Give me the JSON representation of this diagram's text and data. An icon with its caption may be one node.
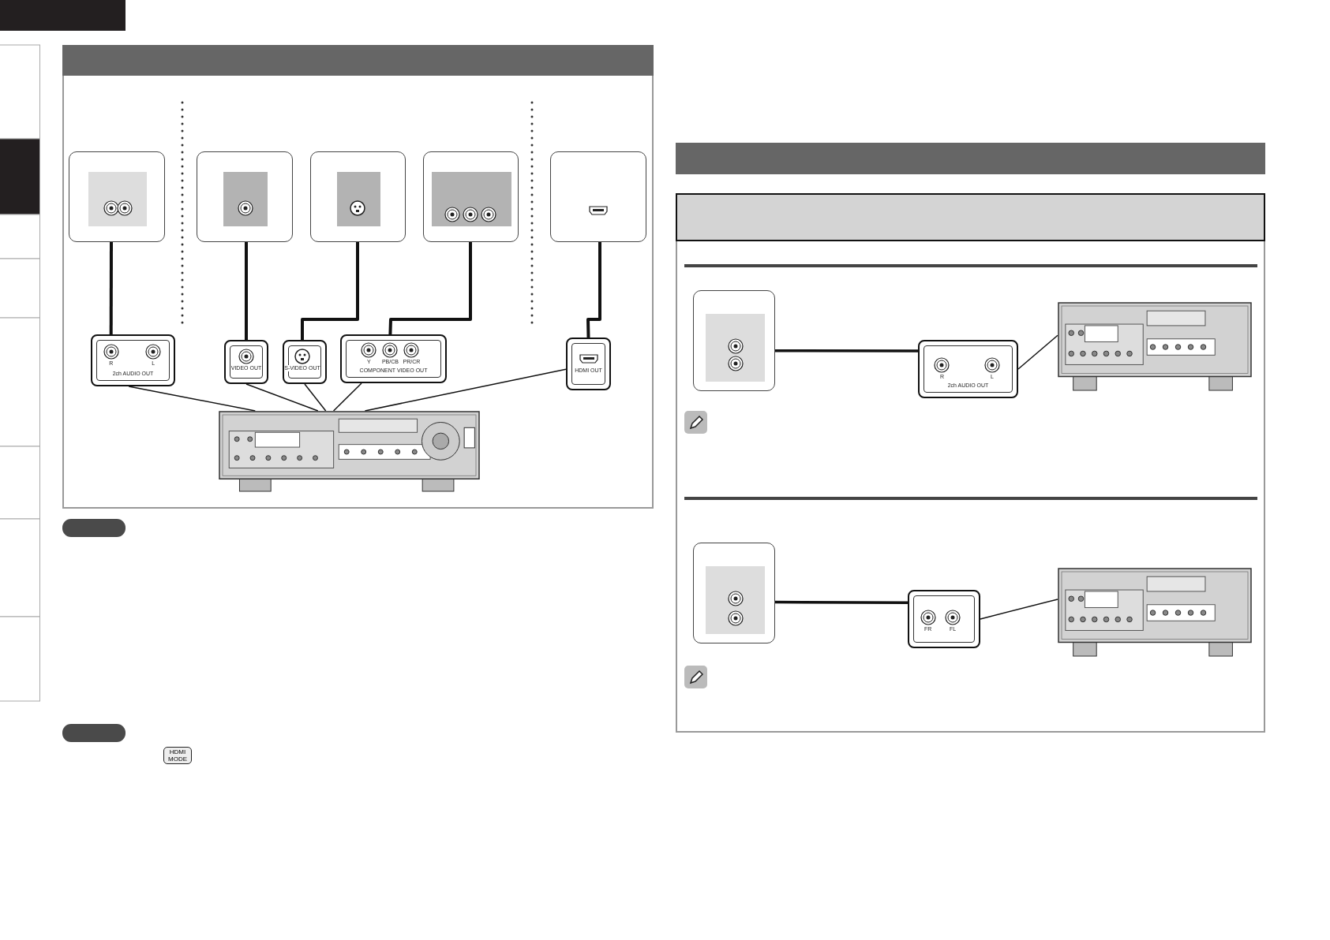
{
  "diagram": {
    "nodes": [
      {
        "text": [],
        "shape": "box"
      },
      {
        "text": [],
        "shape": "box"
      },
      {
        "text": [],
        "shape": "box"
      },
      {
        "text": [],
        "shape": "box"
      },
      {
        "text": [],
        "shape": "box"
      },
      {
        "text": [
          "R",
          "L",
          "2ch AUDIO OUT"
        ]
      },
      {
        "text": [
          "VIDEO OUT"
        ]
      },
      {
        "text": [
          "S-VIDEO OUT"
        ]
      },
      {
        "text": [
          "Y",
          "PB/CB",
          "PR/CR",
          "COMPONENT VIDEO OUT"
        ]
      },
      {
        "text": [
          "HDMI OUT"
        ]
      },
      {
        "text": [],
        "shape": "picture"
      },
      {
        "text": [],
        "shape": "box"
      },
      {
        "text": [
          "R",
          "L",
          "2ch AUDIO OUT"
        ]
      },
      {
        "text": [],
        "shape": "picture"
      },
      {
        "text": [],
        "shape": "box"
      },
      {
        "text": [
          "FR",
          "FL"
        ]
      },
      {
        "text": [],
        "shape": "picture"
      }
    ],
    "edges": [
      {
        "from": 0,
        "to": 5,
        "arrow": "none"
      },
      {
        "from": 1,
        "to": 6,
        "arrow": "none"
      },
      {
        "from": 2,
        "to": 7,
        "arrow": "none"
      },
      {
        "from": 3,
        "to": 8,
        "arrow": "none"
      },
      {
        "from": 4,
        "to": 9,
        "arrow": "none"
      },
      {
        "from": 5,
        "to": 10,
        "arrow": "none"
      },
      {
        "from": 6,
        "to": 10,
        "arrow": "none"
      },
      {
        "from": 7,
        "to": 10,
        "arrow": "none"
      },
      {
        "from": 8,
        "to": 10,
        "arrow": "none"
      },
      {
        "from": 9,
        "to": 10,
        "arrow": "none"
      },
      {
        "from": 11,
        "to": 12,
        "arrow": "none"
      },
      {
        "from": 12,
        "to": 13,
        "arrow": "none"
      },
      {
        "from": 14,
        "to": 15,
        "arrow": "none"
      },
      {
        "from": 15,
        "to": 16,
        "arrow": "none"
      }
    ],
    "labels": [
      "HDMI MODE"
    ]
  }
}
